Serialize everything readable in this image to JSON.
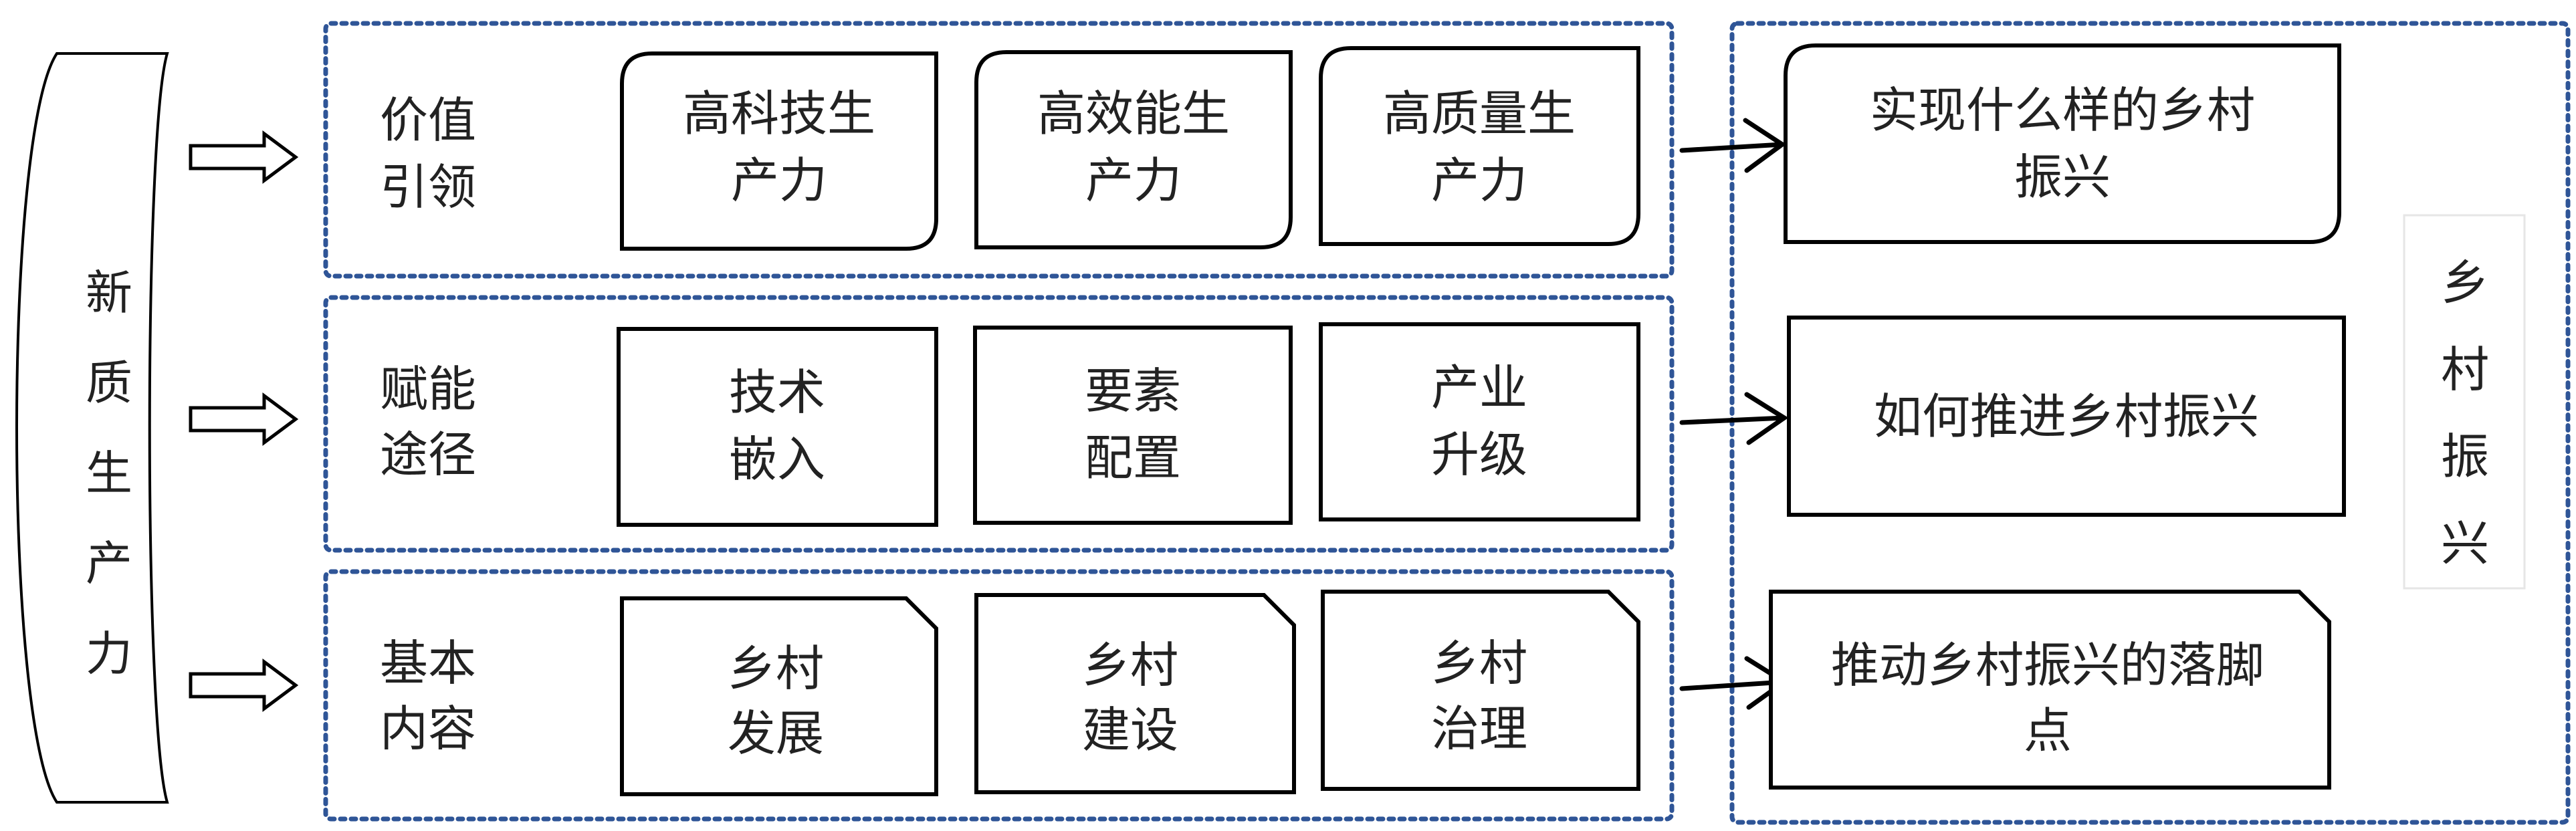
{
  "left_label": [
    "新",
    "质",
    "生",
    "产",
    "力"
  ],
  "right_label": [
    "乡",
    "村",
    "振",
    "兴"
  ],
  "rows": [
    {
      "label": [
        "价值",
        "引领"
      ],
      "items": [
        [
          "高科技生",
          "产力"
        ],
        [
          "高效能生",
          "产力"
        ],
        [
          "高质量生",
          "产力"
        ]
      ],
      "outcome": [
        "实现什么样的乡村",
        "振兴"
      ]
    },
    {
      "label": [
        "赋能",
        "途径"
      ],
      "items": [
        [
          "技术",
          "嵌入"
        ],
        [
          "要素",
          "配置"
        ],
        [
          "产业",
          "升级"
        ]
      ],
      "outcome": [
        "如何推进乡村振兴"
      ]
    },
    {
      "label": [
        "基本",
        "内容"
      ],
      "items": [
        [
          "乡村",
          "发展"
        ],
        [
          "乡村",
          "建设"
        ],
        [
          "乡村",
          "治理"
        ]
      ],
      "outcome": [
        "推动乡村振兴的落脚",
        "点"
      ]
    }
  ],
  "colors": {
    "dotted_border": "#2F5597",
    "box_stroke": "#000000",
    "text": "#222222",
    "side_panel_border": "#E6E6E6"
  }
}
